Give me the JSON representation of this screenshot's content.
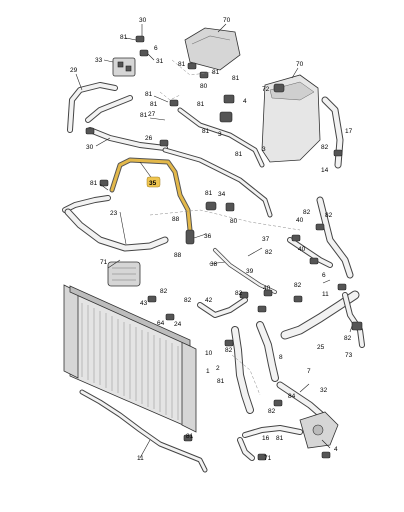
{
  "highlight": {
    "part": "35",
    "color": "#e3b84a",
    "badge_fill": "#efc54f"
  },
  "labels": {
    "l30": "30",
    "l70": "70",
    "l81a": "81",
    "l6": "6",
    "l29": "29",
    "l33": "33",
    "l31": "31",
    "l81b": "81",
    "l81c": "81",
    "l81d": "81",
    "l71": "71",
    "l72": "72",
    "l70b": "70",
    "l80": "80",
    "l81e": "81",
    "l81f": "81",
    "l81g": "81",
    "l27": "27",
    "l30b": "30",
    "l26": "26",
    "l4": "4",
    "l81h": "81",
    "l81i": "81",
    "l3": "3",
    "l3b": "3",
    "l81j": "81",
    "l17": "17",
    "l82a": "82",
    "l14": "14",
    "l81k": "81",
    "l35": "35",
    "l81l": "81",
    "l23": "23",
    "l88": "88",
    "l34": "34",
    "l36": "36",
    "l37": "37",
    "l40": "40",
    "l82b": "82",
    "l38": "38",
    "l39": "39",
    "l40b": "40",
    "l71b": "71",
    "l88b": "88",
    "l82c": "82",
    "l43": "43",
    "l42": "42",
    "l64": "64",
    "l24": "24",
    "l10": "10",
    "l1": "1",
    "l2": "2",
    "l81m": "81",
    "l7": "7",
    "l84": "84",
    "l25": "25",
    "l8": "8",
    "l73": "73",
    "l6b": "6",
    "l11": "11",
    "l82d": "82",
    "l82e": "82",
    "l4b": "4",
    "l40c": "40",
    "l81n": "81",
    "l82f": "82",
    "l11b": "11",
    "l82g": "82",
    "l32": "32",
    "l82h": "82",
    "l80b": "80",
    "l82i": "82",
    "l82j": "82",
    "l16": "16",
    "l81o": "81",
    "l82k": "82"
  }
}
